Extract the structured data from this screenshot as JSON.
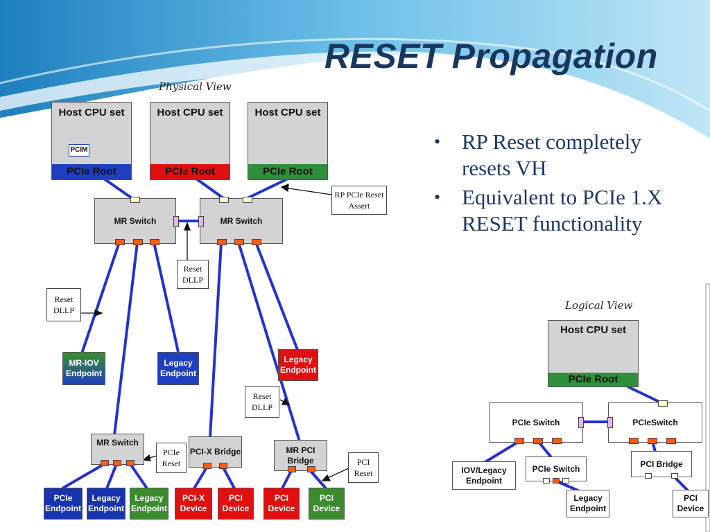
{
  "slide": {
    "title": "RESET Propagation",
    "bullets": [
      "RP Reset completely resets VH",
      "Equivalent to PCIe 1.X RESET functionality"
    ],
    "colors": {
      "title": "#17375e",
      "wave": "#2a8fc9"
    }
  },
  "physical_view": {
    "caption": "Physical View",
    "hosts": [
      {
        "label": "Host CPU set",
        "root": "PCIe Root",
        "root_color": "#1f3fbf",
        "has_pcim": true,
        "pcim": "PCIM"
      },
      {
        "label": "Host CPU set",
        "root": "PCIe Root",
        "root_color": "#e01010",
        "has_pcim": false
      },
      {
        "label": "Host CPU set",
        "root": "PCIe Root",
        "root_color": "#2f8f3a",
        "has_pcim": false
      }
    ],
    "switches": {
      "left": "MR Switch",
      "right": "MR Switch",
      "lower": "MR Switch"
    },
    "bridges": {
      "pcix": "PCI-X Bridge",
      "mrpci": "MR PCI Bridge"
    },
    "endpoints": {
      "mriov": "MR-IOV Endpoint",
      "legacy_mid": "Legacy Endpoint",
      "legacy_red": "Legacy Endpoint"
    },
    "leaves": [
      "PCIe Endpoint",
      "Legacy Endpoint",
      "Legacy Endpoint",
      "PCI-X Device",
      "PCI Device",
      "PCI Device",
      "PCI Device"
    ],
    "notes": {
      "rp_reset": "RP PCIe Reset Assert",
      "reset_dllp_center": "Reset DLLP",
      "reset_dllp_left": "Reset DLLP",
      "reset_dllp_right": "Reset DLLP",
      "pcie_reset": "PCIe Reset",
      "pci_reset": "PCI Reset"
    }
  },
  "logical_view": {
    "caption": "Logical View",
    "host": {
      "label": "Host CPU set",
      "root": "PCIe Root"
    },
    "switch_left": "PCIe Switch",
    "switch_right": "PCIeSwitch",
    "iov": "IOV/Legacy Endpoint",
    "pcie_switch_small": "PCIe Switch",
    "pci_bridge": "PCI Bridge",
    "legacy": "Legacy Endpoint",
    "pci_device": "PCI Device"
  }
}
